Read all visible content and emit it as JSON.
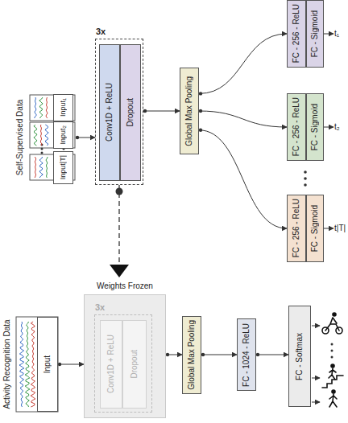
{
  "diagram": {
    "nodes": [
      {
        "text": [
          "Self-Supervised Data"
        ]
      },
      {
        "text": [
          "Input₁"
        ],
        "in": 0
      },
      {
        "text": [
          "Input₂"
        ],
        "in": 0
      },
      {
        "text": [
          "Input|T|"
        ],
        "in": 0
      },
      {
        "text": [
          "3x"
        ]
      },
      {
        "text": [
          "Conv1D + ReLU"
        ],
        "in": 4
      },
      {
        "text": [
          "Dropout"
        ],
        "in": 4
      },
      {
        "text": [
          "Global Max Pooling"
        ]
      },
      {
        "text": [
          "FC - 256 - ReLU"
        ]
      },
      {
        "text": [
          "FC - Sigmoid"
        ]
      },
      {
        "text": [
          "FC - 256 - ReLU"
        ]
      },
      {
        "text": [
          "FC - Sigmoid"
        ]
      },
      {
        "text": [
          "FC - 256 - ReLU"
        ]
      },
      {
        "text": [
          "FC - Sigmoid"
        ]
      },
      {
        "text": [
          "Activity Recognition Data"
        ]
      },
      {
        "text": [
          "Input"
        ],
        "in": 14
      },
      {
        "text": [
          "Weights Frozen"
        ]
      },
      {
        "text": [
          "3x"
        ],
        "in": 16
      },
      {
        "text": [
          "Conv1D + ReLU"
        ],
        "in": 17
      },
      {
        "text": [
          "Dropout"
        ],
        "in": 17
      },
      {
        "text": [
          "Global Max Pooling"
        ]
      },
      {
        "text": [
          "FC - 1024 - ReLU"
        ]
      },
      {
        "text": [
          "FC - Softmax"
        ]
      }
    ],
    "edges": [
      {
        "from": 0,
        "to": 4,
        "arrow": "to"
      },
      {
        "from": 4,
        "to": 7,
        "arrow": "to"
      },
      {
        "from": 7,
        "to": 8,
        "arrow": "to"
      },
      {
        "from": 7,
        "to": 10,
        "arrow": "to"
      },
      {
        "from": 7,
        "to": 12,
        "arrow": "to"
      },
      {
        "from": 4,
        "to": 16,
        "arrow": "to"
      },
      {
        "from": 15,
        "to": 16,
        "arrow": "to"
      },
      {
        "from": 16,
        "to": 20,
        "arrow": "to"
      },
      {
        "from": 20,
        "to": 21,
        "arrow": "to"
      },
      {
        "from": 21,
        "to": 22,
        "arrow": "to"
      }
    ],
    "labels": [
      "t₁",
      "t₂",
      "t|T|"
    ]
  }
}
